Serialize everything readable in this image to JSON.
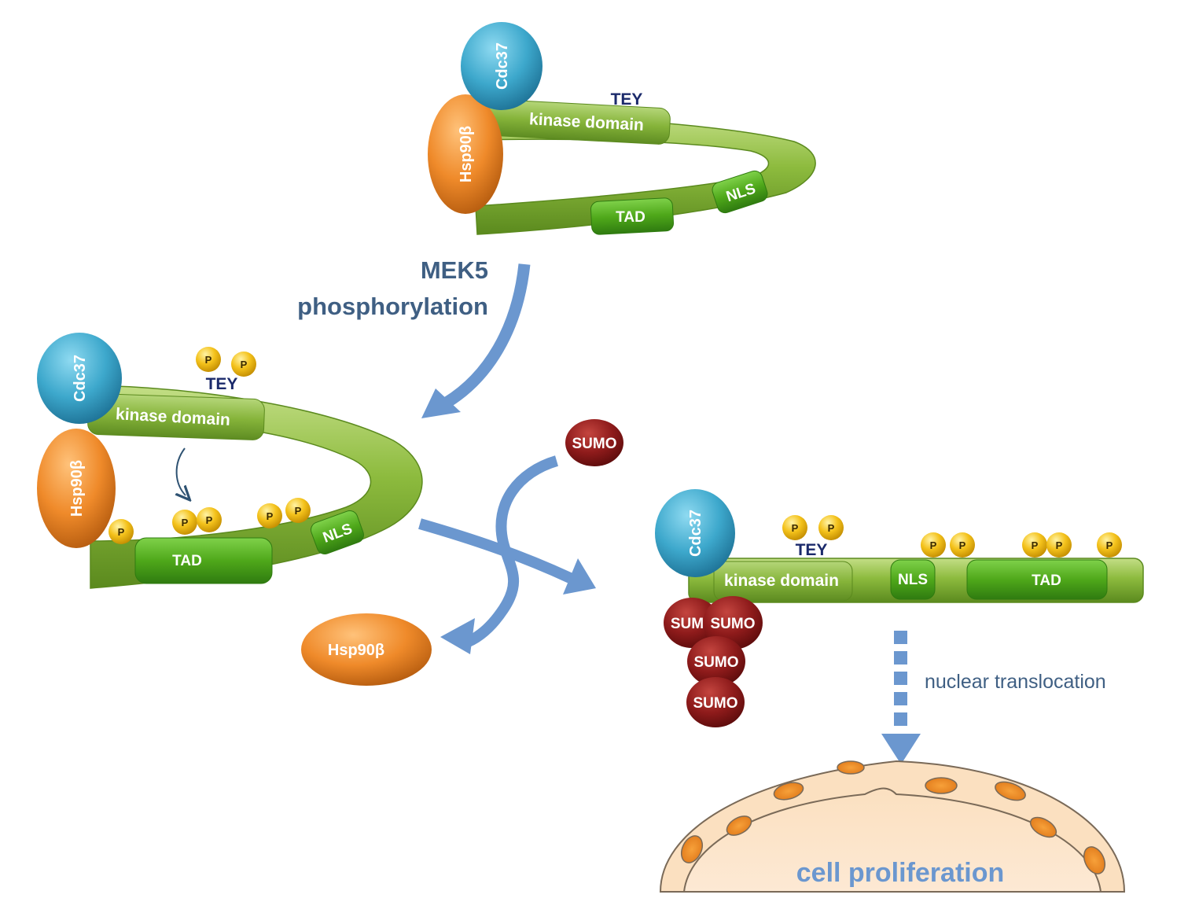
{
  "colors": {
    "band_green": "#8dbb3e",
    "domain_green": "#56ad1f",
    "cdc37_blue": "#3da8cc",
    "hsp90_orange": "#ef8a2a",
    "sumo_red": "#8e1b1b",
    "phospho_yellow": "#f4c21b",
    "arrow_blue": "#6b97cf",
    "nucleus_fill": "#fbe0c0"
  },
  "labels": {
    "cdc37": "Cdc37",
    "hsp90": "Hsp90β",
    "kinase": "kinase domain",
    "tad": "TAD",
    "nls": "NLS",
    "tey": "TEY",
    "p": "P",
    "sumo": "SUMO",
    "sumo_partial": "SUM",
    "mek5": "MEK5",
    "phosphorylation": "phosphorylation",
    "nuclear_translocation": "nuclear translocation",
    "cell_proliferation": "cell proliferation"
  }
}
